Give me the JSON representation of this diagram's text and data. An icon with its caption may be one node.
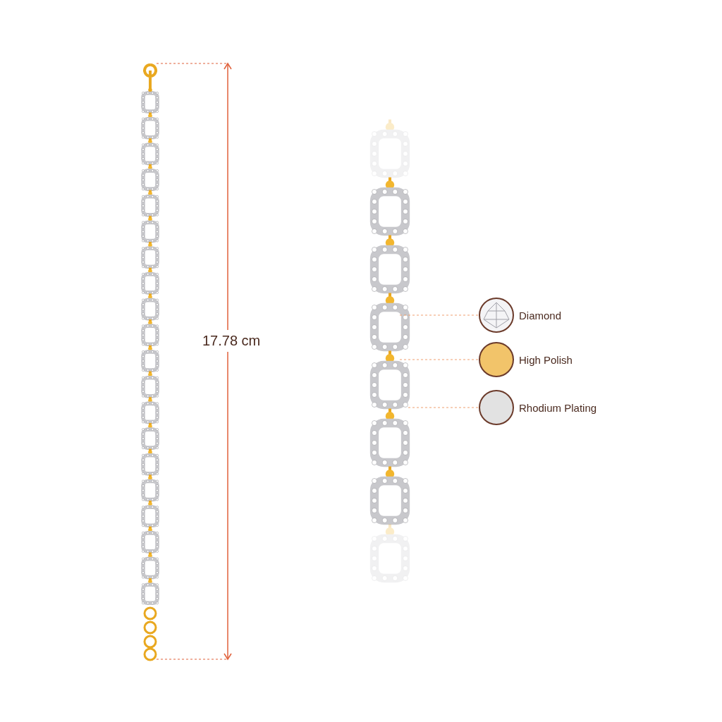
{
  "diagram": {
    "nodes": [
      {
        "text": [],
        "shape": "circle",
        "beside": [
          "Diamond"
        ]
      },
      {
        "text": [],
        "shape": "circle",
        "beside": [
          "High Polish"
        ]
      },
      {
        "text": [],
        "shape": "circle",
        "beside": [
          "Rhodium Plating"
        ]
      }
    ],
    "edges": [
      {
        "from": 0,
        "to": null,
        "arrow": "none",
        "style": "dashed"
      },
      {
        "from": 1,
        "to": null,
        "arrow": "none",
        "style": "dashed"
      },
      {
        "from": 2,
        "to": null,
        "arrow": "none",
        "style": "dashed"
      }
    ],
    "labels": [
      "17.78 cm"
    ]
  }
}
